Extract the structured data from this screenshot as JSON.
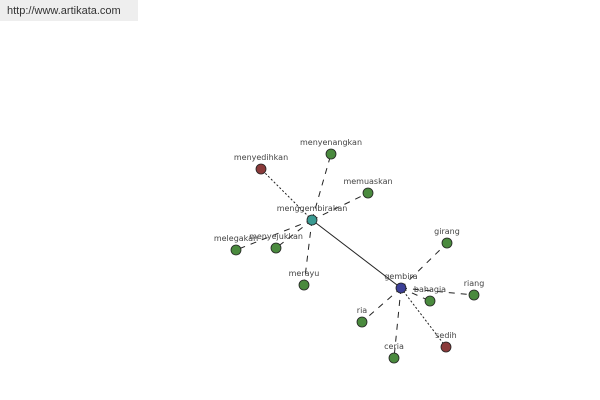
{
  "url_text": "http://www.artikata.com",
  "colors": {
    "green": "#4a8a3e",
    "red": "#8a3a3a",
    "teal": "#3a9a92",
    "blue": "#3c3f96",
    "edge": "#222222"
  },
  "nodes": [
    {
      "id": "menggembirakan",
      "label": "menggembirakan",
      "color": "teal"
    },
    {
      "id": "gembira",
      "label": "gembira",
      "color": "blue"
    },
    {
      "id": "menyenangkan",
      "label": "menyenangkan",
      "color": "green"
    },
    {
      "id": "menyedihkan",
      "label": "menyedihkan",
      "color": "red"
    },
    {
      "id": "memuaskan",
      "label": "memuaskan",
      "color": "green"
    },
    {
      "id": "melegakan",
      "label": "melegakan",
      "color": "green"
    },
    {
      "id": "menyejukkan",
      "label": "menyejukkan",
      "color": "green"
    },
    {
      "id": "merayu",
      "label": "merayu",
      "color": "green"
    },
    {
      "id": "girang",
      "label": "girang",
      "color": "green"
    },
    {
      "id": "bahagia",
      "label": "bahagia",
      "color": "green"
    },
    {
      "id": "riang",
      "label": "riang",
      "color": "green"
    },
    {
      "id": "ria",
      "label": "ria",
      "color": "green"
    },
    {
      "id": "ceria",
      "label": "ceria",
      "color": "green"
    },
    {
      "id": "sedih",
      "label": "sedih",
      "color": "red"
    }
  ],
  "edges": [
    {
      "from": "menggembirakan",
      "to": "gembira",
      "style": "solid"
    },
    {
      "from": "menggembirakan",
      "to": "menyenangkan",
      "style": "dashed"
    },
    {
      "from": "menggembirakan",
      "to": "menyedihkan",
      "style": "dotted"
    },
    {
      "from": "menggembirakan",
      "to": "memuaskan",
      "style": "dashed"
    },
    {
      "from": "menggembirakan",
      "to": "melegakan",
      "style": "dashed"
    },
    {
      "from": "menggembirakan",
      "to": "menyejukkan",
      "style": "dashed"
    },
    {
      "from": "menggembirakan",
      "to": "merayu",
      "style": "dashed"
    },
    {
      "from": "gembira",
      "to": "girang",
      "style": "dashed"
    },
    {
      "from": "gembira",
      "to": "bahagia",
      "style": "dashed"
    },
    {
      "from": "gembira",
      "to": "riang",
      "style": "dashed"
    },
    {
      "from": "gembira",
      "to": "ria",
      "style": "dashed"
    },
    {
      "from": "gembira",
      "to": "ceria",
      "style": "dashed"
    },
    {
      "from": "gembira",
      "to": "sedih",
      "style": "dotted"
    }
  ]
}
